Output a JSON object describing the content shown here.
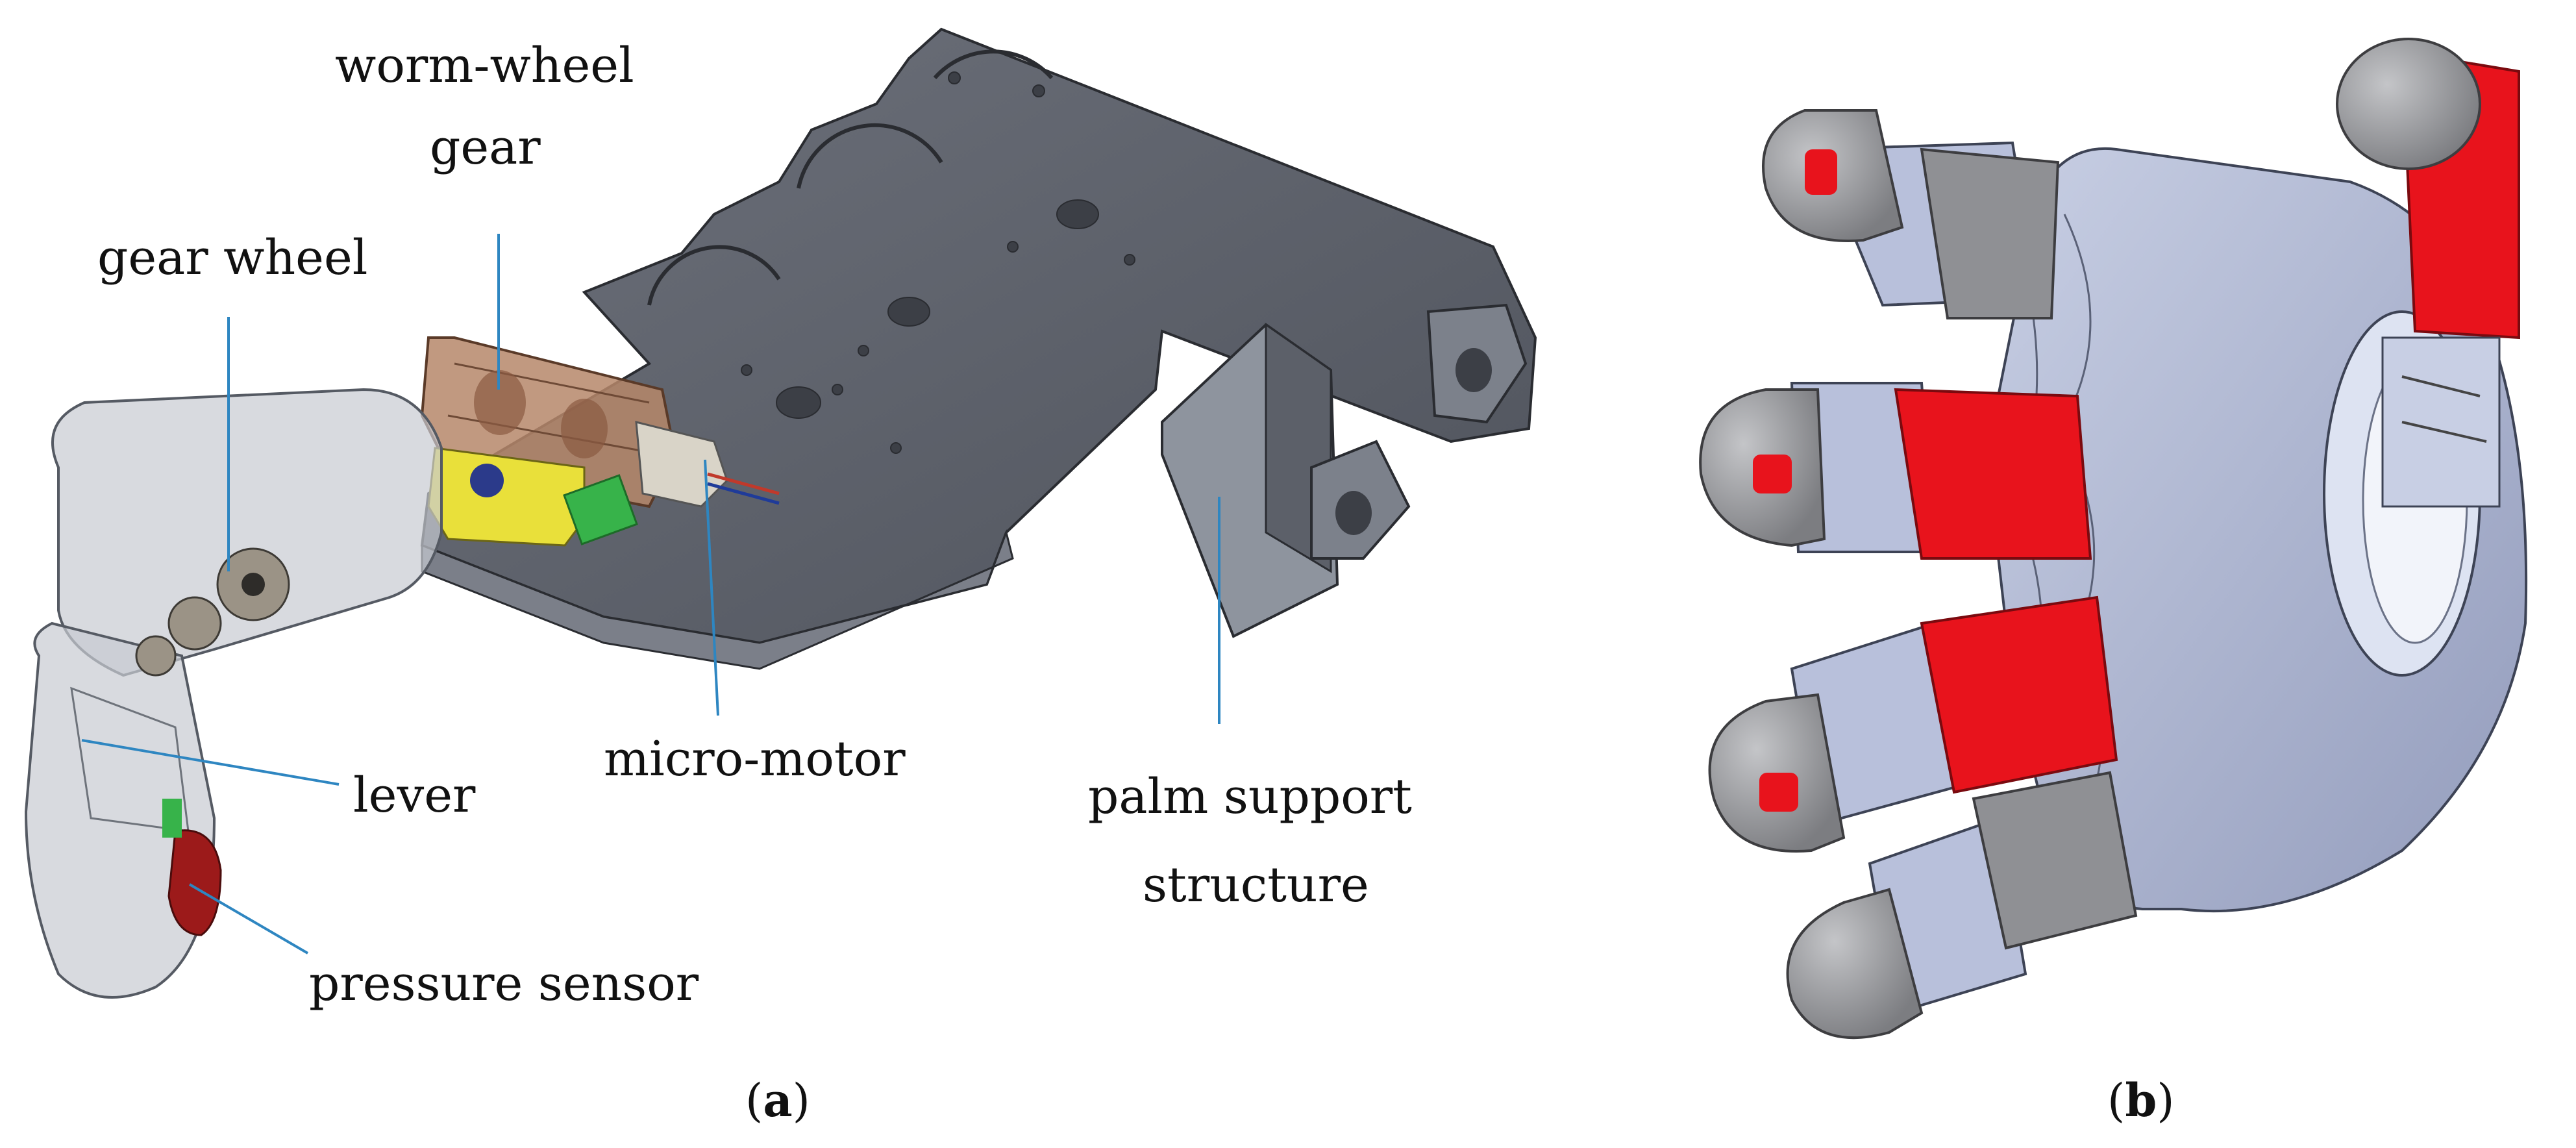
{
  "panel_a": {
    "labels": {
      "worm_wheel_line1": "worm-wheel",
      "worm_wheel_line2": "gear",
      "gear_wheel": "gear wheel",
      "lever": "lever",
      "micro_motor": "micro-motor",
      "palm_support_line1": "palm support",
      "palm_support_line2": "structure",
      "pressure_sensor": "pressure sensor"
    },
    "caption_letter": "a"
  },
  "panel_b": {
    "caption_letter": "b"
  },
  "colors": {
    "leader_line": "#2e86c1",
    "palm_plate": "#5a5e68",
    "hand_body": "#aab3cf",
    "accent_red": "#e8131c",
    "finger_gray": "#8f9094"
  }
}
